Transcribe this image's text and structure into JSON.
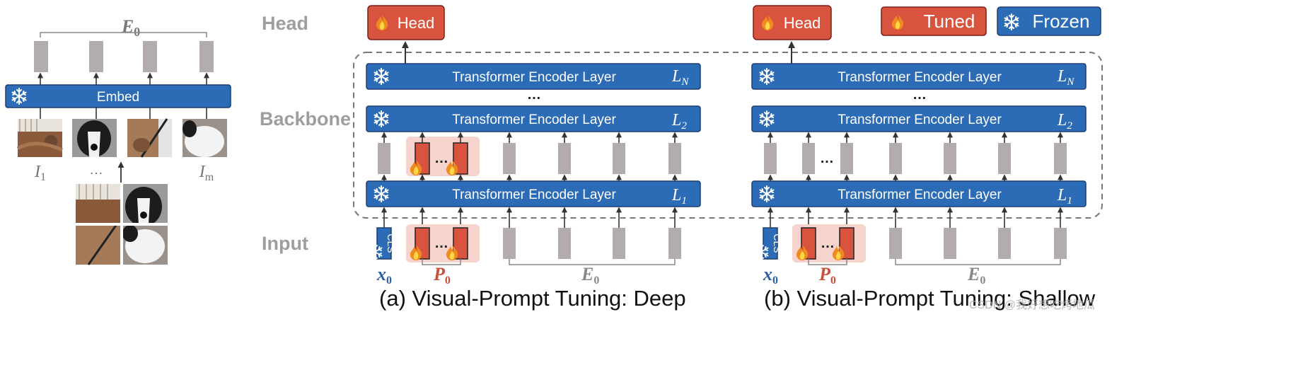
{
  "section_labels": {
    "head": "Head",
    "backbone": "Backbone",
    "input": "Input"
  },
  "legend": {
    "tuned": "Tuned",
    "frozen": "Frozen"
  },
  "head_label": "Head",
  "embed": {
    "label": "Embed",
    "e0": "E",
    "e0_sub": "0",
    "img_first": "I",
    "img_first_sub": "1",
    "img_last": "I",
    "img_last_sub": "m",
    "ellipsis": "…"
  },
  "encoder": {
    "label": "Transformer Encoder Layer",
    "ln": "L",
    "ln_sub": "N",
    "l2": "L",
    "l2_sub": "2",
    "l1": "L",
    "l1_sub": "1",
    "dots": "…"
  },
  "tokens": {
    "cls": "CLS",
    "x0": "x",
    "x0_sub": "0",
    "p0": "P",
    "p0_sub": "0",
    "e0": "E",
    "e0_sub": "0",
    "dots": "…"
  },
  "captions": {
    "deep": "(a) Visual-Prompt Tuning:  Deep",
    "shallow": "(b) Visual-Prompt Tuning:  Shallow"
  },
  "watermark": "CSDN @我好想吃烤地瓜",
  "colors": {
    "blue": "#2c6bb5",
    "blue_dark": "#1b3f73",
    "red": "#d9543f",
    "pink": "#f6d3cc",
    "token_gray": "#b3acac",
    "label_gray": "#9e9e9e",
    "p0_red": "#c8503a",
    "x0_blue": "#2d5ea8"
  }
}
